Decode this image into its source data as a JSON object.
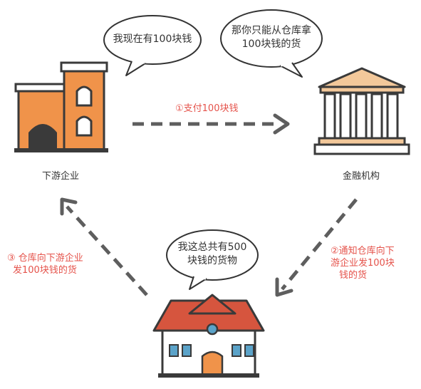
{
  "bubbles": {
    "downstream": "我现在有100块钱",
    "bank": [
      "那你只能从仓库拿",
      "100块钱的货"
    ],
    "warehouse": [
      "我这总共有500",
      "块钱的货物"
    ]
  },
  "nodes": {
    "downstream_label": "下游企业",
    "bank_label": "金融机构"
  },
  "steps": {
    "step1": "①支付100块钱",
    "step2": [
      "②通知仓库向下",
      "游企业发100块",
      "钱的货"
    ],
    "step3": [
      "③ 仓库向下游企业",
      "发100块钱的货"
    ]
  },
  "colors": {
    "orange": "#f0934a",
    "dark": "#3a3a3a",
    "red_text": "#e5534b",
    "roof_red": "#d6553e",
    "arrow_gray": "#5e5e5e",
    "bank_tan": "#f3c89a"
  }
}
